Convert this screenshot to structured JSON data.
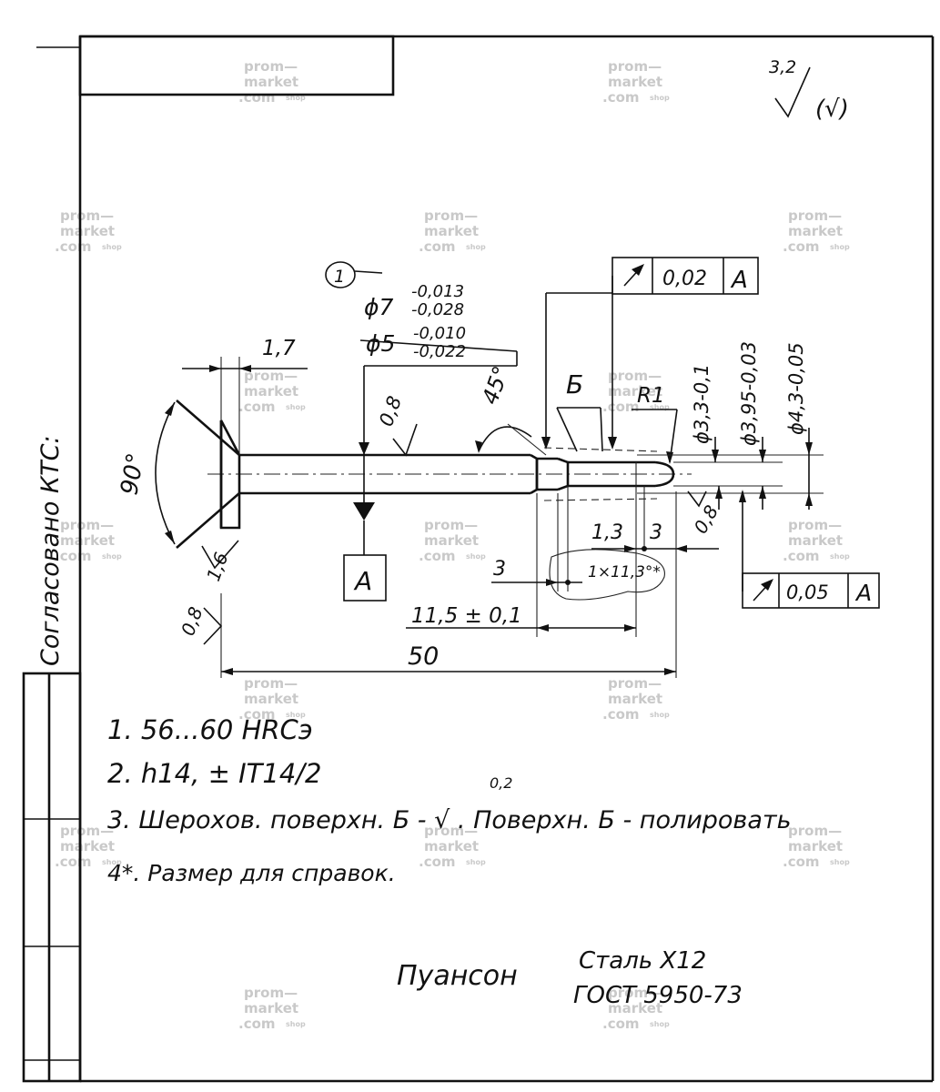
{
  "roughness_general": {
    "value": "3,2",
    "suffix": "(√)"
  },
  "leader_item": "1",
  "tolerances": {
    "d7_main": "ϕ7",
    "d7_upper": "-0,013",
    "d7_lower": "-0,028",
    "d5_main": "ϕ5",
    "d5_upper": "-0,010",
    "d5_lower": "-0,022"
  },
  "gdt_upper": {
    "symbol": "runout",
    "value": "0,02",
    "datum": "A"
  },
  "gdt_lower": {
    "symbol": "runout",
    "value": "0,05",
    "datum": "A"
  },
  "datum_label": "A",
  "dims": {
    "d_1_7": "1,7",
    "angle_90": "90°",
    "angle_45": "45°",
    "rough_08_a": "0,8",
    "rough_08_b": "0,8",
    "rough_08_c": "0,8",
    "rough_16": "1,6",
    "section_b": "Б",
    "radius_r1": "R1",
    "d_3_3": "ϕ3,3-0,1",
    "d_3_95": "ϕ3,95-0,03",
    "d_4_3": "ϕ4,3-0,05",
    "len_1_3": "1,3",
    "len_3_a": "3",
    "len_3_b": "3",
    "ref_dim": "1×11,3°*",
    "len_11_5": "11,5 ± 0,1",
    "len_50": "50"
  },
  "side_label": "Согласовано КТС:",
  "notes": [
    "1.  56...60  HRCэ",
    "2.  h14,  ± IT14/2",
    "3.  Шерохов. поверхн. Б - √ . Поверхн. Б - полировать",
    "4*. Размер для справок."
  ],
  "note3_roughness": "0,2",
  "title": {
    "name": "Пуансон",
    "material": "Сталь Х12",
    "standard": "ГОСТ 5950-73"
  },
  "watermark": {
    "line1": "prom—",
    "line2": "market",
    "line3": ".com",
    "shop": "shop"
  }
}
